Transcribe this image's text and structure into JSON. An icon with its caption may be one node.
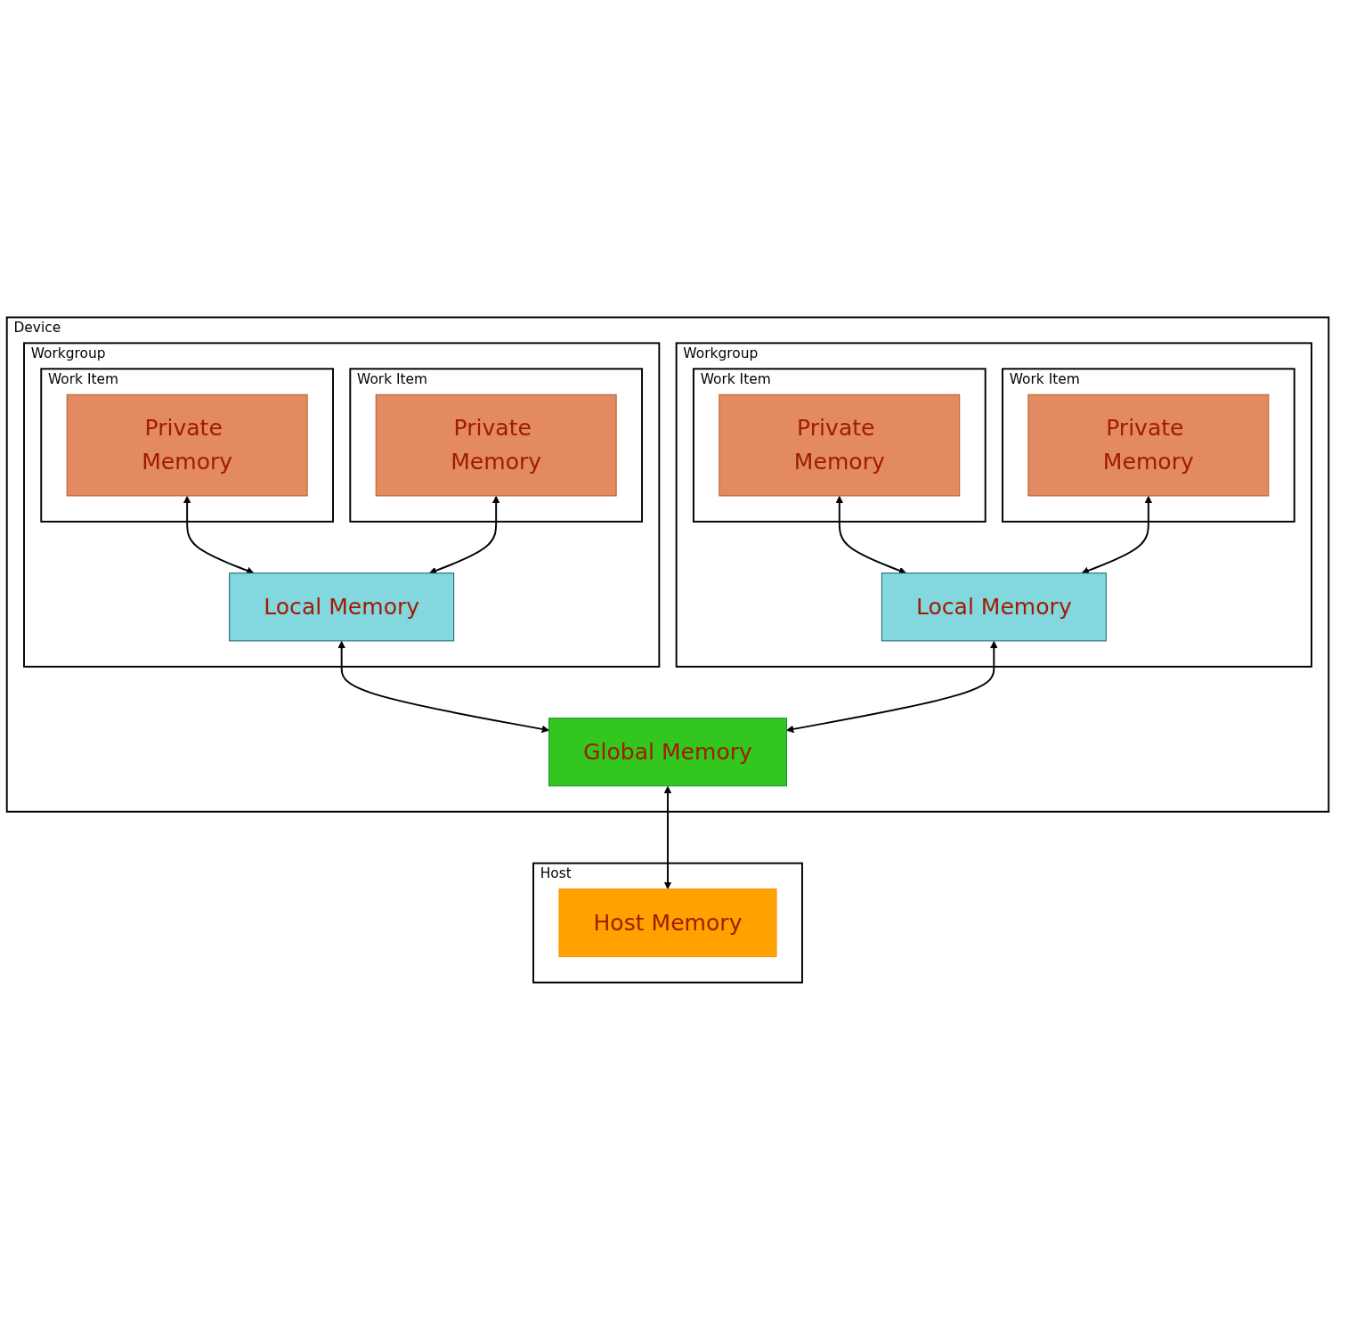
{
  "diagram": {
    "nodes": [
      {
        "text": [
          "Device"
        ]
      },
      {
        "text": [
          "Workgroup"
        ],
        "in": 0
      },
      {
        "text": [
          "Work Item"
        ],
        "in": 1
      },
      {
        "text": [
          "Private Memory"
        ],
        "in": 2
      },
      {
        "text": [
          "Work Item"
        ],
        "in": 1
      },
      {
        "text": [
          "Private Memory"
        ],
        "in": 4
      },
      {
        "text": [
          "Local Memory"
        ],
        "in": 1
      },
      {
        "text": [
          "Workgroup"
        ],
        "in": 0
      },
      {
        "text": [
          "Work Item"
        ],
        "in": 7
      },
      {
        "text": [
          "Private Memory"
        ],
        "in": 8
      },
      {
        "text": [
          "Work Item"
        ],
        "in": 7
      },
      {
        "text": [
          "Private Memory"
        ],
        "in": 10
      },
      {
        "text": [
          "Local Memory"
        ],
        "in": 7
      },
      {
        "text": [
          "Global Memory"
        ],
        "in": 0
      },
      {
        "text": [
          "Host"
        ]
      },
      {
        "text": [
          "Host Memory"
        ],
        "in": 14
      }
    ],
    "edges": [
      {
        "from": 3,
        "to": 6,
        "arrow": "both"
      },
      {
        "from": 5,
        "to": 6,
        "arrow": "both"
      },
      {
        "from": 9,
        "to": 12,
        "arrow": "both"
      },
      {
        "from": 11,
        "to": 12,
        "arrow": "both"
      },
      {
        "from": 6,
        "to": 13,
        "arrow": "both"
      },
      {
        "from": 12,
        "to": 13,
        "arrow": "both"
      },
      {
        "from": 13,
        "to": 15,
        "arrow": "both"
      }
    ]
  }
}
